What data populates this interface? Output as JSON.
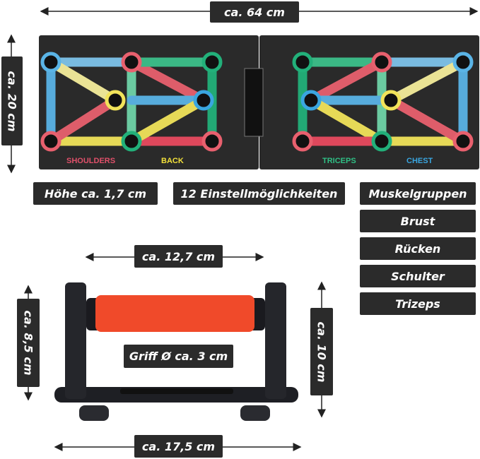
{
  "dimensions": {
    "board_width": "ca. 64 cm",
    "board_height": "ca. 20 cm",
    "board_thickness": "Höhe ca. 1,7 cm",
    "settings": "12 Einstellmöglichkeiten",
    "handle_inner_width": "ca. 12,7 cm",
    "handle_left_height": "ca. 8,5 cm",
    "handle_right_height": "ca. 10 cm",
    "grip_diameter": "Griff Ø ca. 3 cm",
    "handle_total_width": "ca. 17,5 cm"
  },
  "muscle_groups": {
    "title": "Muskelgruppen",
    "items": [
      "Brust",
      "Rücken",
      "Schulter",
      "Trizeps"
    ]
  },
  "board_labels": [
    {
      "text": "SHOULDERS",
      "color": "#e0506a"
    },
    {
      "text": "BACK",
      "color": "#f2e03a"
    },
    {
      "text": "TRICEPS",
      "color": "#2fbf85"
    },
    {
      "text": "CHEST",
      "color": "#3aa6e0"
    }
  ],
  "colors": {
    "blue": "#5ab4e6",
    "red": "#e8606e",
    "green": "#22b07a",
    "yellow": "#f1e35a",
    "grip": "#f04a2a"
  }
}
